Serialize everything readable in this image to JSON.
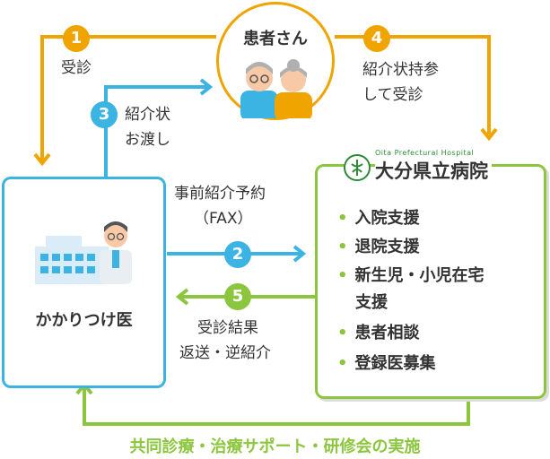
{
  "patient": {
    "label": "患者さん"
  },
  "clinic": {
    "label": "かかりつけ医"
  },
  "hospital": {
    "subtitle": "Oita Prefectural Hospital",
    "name": "大分県立病院",
    "services": [
      "入院支援",
      "退院支援",
      "新生児・小児在宅",
      "支援",
      "患者相談",
      "登録医募集"
    ]
  },
  "steps": [
    {
      "number": "1",
      "lines": [
        "受診"
      ]
    },
    {
      "number": "2",
      "lines": [
        "事前紹介予約",
        "（FAX）"
      ]
    },
    {
      "number": "3",
      "lines": [
        "紹介状",
        "お渡し"
      ]
    },
    {
      "number": "4",
      "lines": [
        "紹介状持参",
        "して受診"
      ]
    },
    {
      "number": "5",
      "lines": [
        "受診結果",
        "返送・逆紹介"
      ]
    }
  ],
  "footer": {
    "text": "共同診療・治療サポート・研修会の実施"
  },
  "colors": {
    "orange": "#f0a400",
    "blue": "#3bb3e3",
    "green": "#8cc63f"
  }
}
